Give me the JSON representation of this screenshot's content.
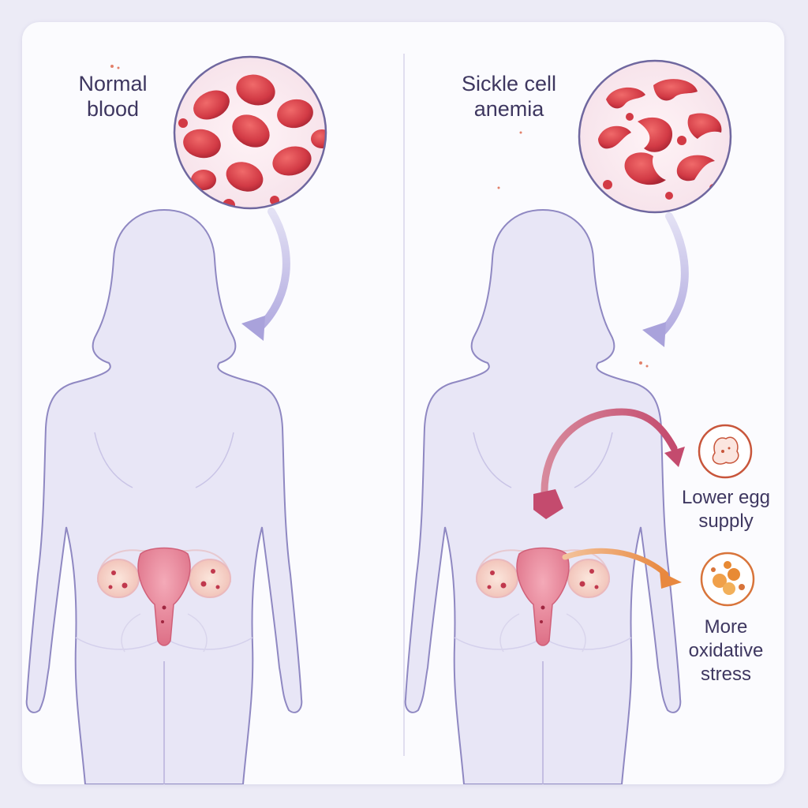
{
  "panels": {
    "left": {
      "title_line1": "Normal",
      "title_line2": "blood"
    },
    "right": {
      "title_line1": "Sickle cell",
      "title_line2": "anemia"
    }
  },
  "effects": [
    {
      "icon": "egg-icon",
      "line1": "Lower egg",
      "line2": "supply",
      "color": "#c8563b"
    },
    {
      "icon": "oxidative-stress-icon",
      "line1": "More",
      "line2": "oxidative",
      "line3": "stress",
      "color": "#e07a2c"
    }
  ],
  "colors": {
    "background": "#ecebf6",
    "body_fill": "#e8e6f6",
    "body_outline": "#8f88c2",
    "blood_cell": "#d6404a",
    "arrow_pink": "#c44b6e",
    "arrow_orange": "#e8883f"
  }
}
